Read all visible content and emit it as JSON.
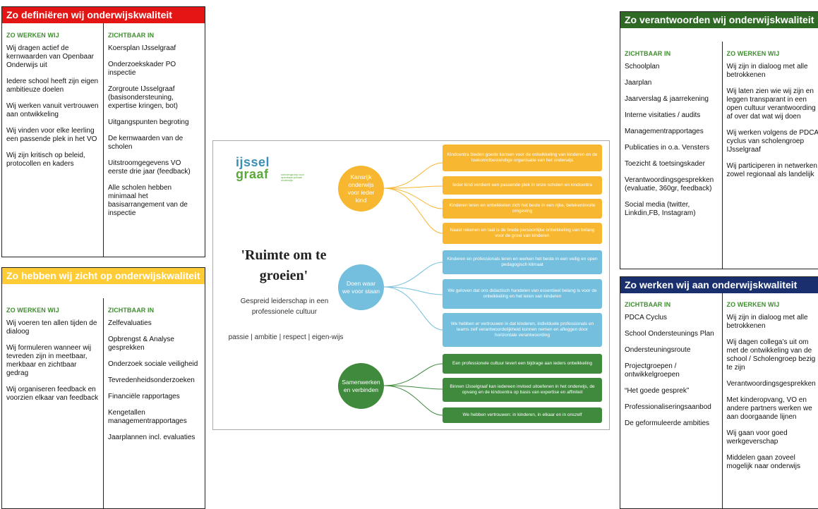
{
  "define": {
    "title": "Zo definiëren wij onderwijskwaliteit",
    "left_head": "ZO WERKEN WIJ",
    "left_items": [
      "Wij dragen actief de kernwaarden van Openbaar Onderwijs uit",
      "Iedere school heeft zijn eigen ambitieuze doelen",
      "Wij werken vanuit vertrouwen aan ontwikkeling",
      "Wij vinden voor elke leerling een passende plek in het VO",
      "Wij zijn kritisch op beleid, protocollen en kaders"
    ],
    "right_head": "ZICHTBAAR IN",
    "right_items": [
      "Koersplan IJsselgraaf",
      "Onderzoekskader PO inspectie",
      "Zorgroute IJsselgraaf (basisondersteuning, expertise kringen, bot)",
      "Uitgangspunten begroting",
      "De kernwaarden van de scholen",
      "Uitstroomgegevens VO eerste drie jaar (feedback)",
      "Alle scholen hebben minimaal het basisarrangement van de inspectie"
    ]
  },
  "insight": {
    "title": "Zo hebben wij zicht op onderwijskwaliteit",
    "left_head": "ZO WERKEN WIJ",
    "left_items": [
      "Wij voeren ten allen tijden de dialoog",
      "Wij formuleren wanneer wij tevreden zijn in meetbaar, merkbaar en zichtbaar gedrag",
      "Wij organiseren feedback en voorzien elkaar van feedback"
    ],
    "right_head": "ZICHTBAAR IN",
    "right_items": [
      "Zelfevaluaties",
      "Opbrengst & Analyse gesprekken",
      "Onderzoek sociale veiligheid",
      "Tevredenheidsonderzoeken",
      "Financiële rapportages",
      "Kengetallen managementrapportages",
      "Jaarplannen incl. evaluaties"
    ]
  },
  "account": {
    "title": "Zo verantwoorden wij onderwijskwaliteit",
    "left_head": "ZICHTBAAR IN",
    "left_items": [
      "Schoolplan",
      "Jaarplan",
      "Jaarverslag & jaarrekening",
      "Interne visitaties / audits",
      "Managementrapportages",
      "Publicaties in o.a. Vensters",
      "Toezicht & toetsingskader",
      "Verantwoordingsgesprekken (evaluatie, 360gr, feedback)",
      "Social media (twitter, Linkdin,FB, Instagram)"
    ],
    "right_head": "ZO WERKEN WIJ",
    "right_items": [
      "Wij zijn in dialoog met alle betrokkenen",
      "Wij laten zien wie wij zijn en leggen transparant in een open cultuur verantwoording af over dat wat wij doen",
      "Wij werken volgens de PDCA cyclus van scholengroep IJsselgraaf",
      "Wij participeren in netwerken zowel regionaal als landelijk"
    ]
  },
  "work": {
    "title": "Zo werken wij aan onderwijskwaliteit",
    "left_head": "ZICHTBAAR IN",
    "left_items": [
      "PDCA Cyclus",
      "School Ondersteunings Plan",
      "Ondersteuningsroute",
      "Projectgroepen / ontwikkelgroepen",
      "“Het goede gesprek”",
      "Professionaliseringsaanbod",
      "De geformuleerde ambities"
    ],
    "right_head": "ZO WERKEN WIJ",
    "right_items": [
      "Wij zijn in dialoog met alle betrokkenen",
      "Wij dagen collega’s uit om met de ontwikkeling van de school / Scholengroep bezig te zijn",
      "Verantwoordingsgesprekken",
      "Met kinderopvang, VO en andere partners werken we aan doorgaande lijnen",
      "Wij gaan voor goed werkgeverschap",
      "Middelen gaan zoveel mogelijk naar onderwijs"
    ]
  },
  "center": {
    "logo_line1": "ijssel",
    "logo_line2": "graaf",
    "logo_sub": "scholengroep voor openbaar primair onderwijs",
    "title": "'Ruimte om te groeien'",
    "subtitle": "Gespreid leiderschap in een professionele cultuur",
    "values": "passie | ambitie | respect | eigen-wijs",
    "branches": [
      {
        "label": "Kansrijk onderwijs voor ieder kind",
        "color": "#f7b731",
        "leaves": [
          "Kindcentra bieden goede kansen voor de ontwikkeling van kinderen en de toekomstbestendige organisatie van het onderwijs",
          "Ieder kind verdient een passende plek in onze scholen en kindcentra",
          "Kinderen leren en ontwikkelen zich het beste in een rijke, betekenisvolle omgeving",
          "Naast rekenen en taal is de brede persoonlijke ontwikkeling van belang voor de groei van kinderen"
        ]
      },
      {
        "label": "Doen waar we voor staan",
        "color": "#74bfdd",
        "leaves": [
          "Kinderen en professionals leren en werken het beste in een veilig en open pedagogisch klimaat",
          "We geloven dat ons didactisch handelen van essentieel belang is voor de ontwikkeling en het leren van kinderen",
          "We hebben er vertrouwen in dat kinderen, individuele professionals en teams zelf verantwoordelijkheid kunnen nemen en afleggen door horizontale verantwoording"
        ]
      },
      {
        "label": "Samenwerken en verbinden",
        "color": "#3f8a3d",
        "leaves": [
          "Een professionele cultuur levert een bijdrage aan ieders ontwikkeling",
          "Binnen IJsselgraaf kan iedereen invloed uitoefenen in het onderwijs, de opvang en de kindcentra op basis van expertise en affiniteit",
          "We hebben vertrouwen: in kinderen, in elkaar en in onszelf"
        ]
      }
    ]
  }
}
